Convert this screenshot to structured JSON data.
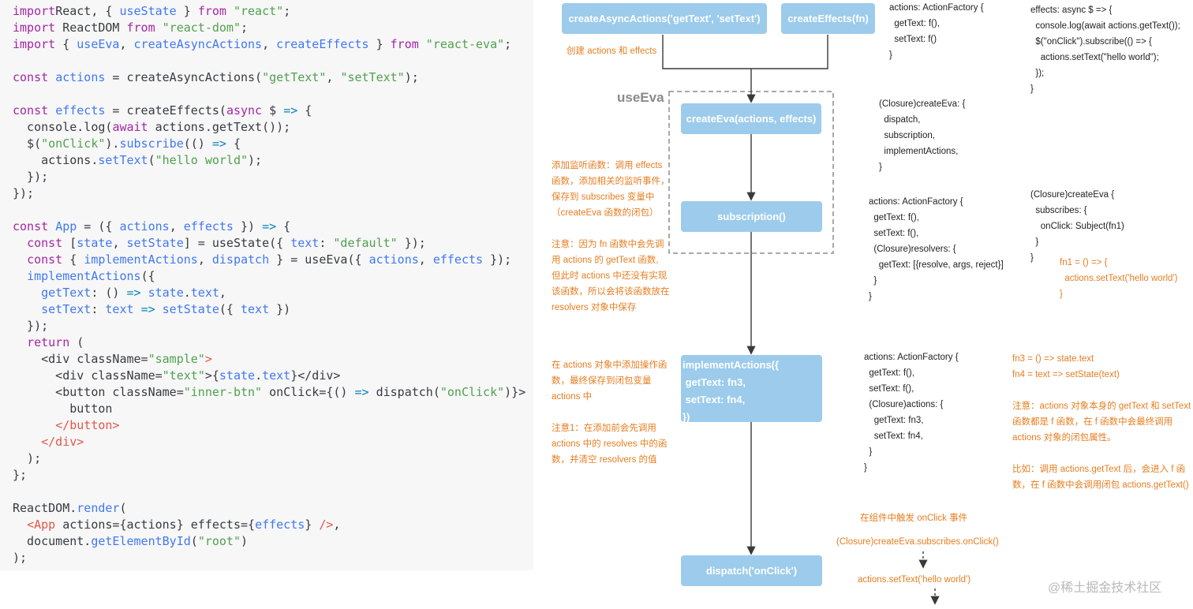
{
  "code": {
    "lines": [
      [
        [
          "kw",
          "import"
        ],
        [
          "",
          "React, { "
        ],
        [
          "fn",
          "useState"
        ],
        [
          "",
          " } "
        ],
        [
          "kw",
          "from"
        ],
        [
          "str",
          " \"react\""
        ],
        [
          "",
          ";"
        ]
      ],
      [
        [
          "kw",
          "import"
        ],
        [
          "",
          " ReactDOM "
        ],
        [
          "kw",
          "from"
        ],
        [
          "str",
          " \"react-dom\""
        ],
        [
          "",
          ";"
        ]
      ],
      [
        [
          "kw",
          "import"
        ],
        [
          "",
          " { "
        ],
        [
          "fn",
          "useEva"
        ],
        [
          "",
          ", "
        ],
        [
          "fn",
          "createAsyncActions"
        ],
        [
          "",
          ", "
        ],
        [
          "fn",
          "createEffects"
        ],
        [
          "",
          " } "
        ],
        [
          "kw",
          "from"
        ],
        [
          "str",
          " \"react-eva\""
        ],
        [
          "",
          ";"
        ]
      ],
      [],
      [
        [
          "kw",
          "const"
        ],
        [
          "",
          " "
        ],
        [
          "fn",
          "actions"
        ],
        [
          "",
          " = createAsyncActions("
        ],
        [
          "str",
          "\"getText\""
        ],
        [
          "",
          ", "
        ],
        [
          "str",
          "\"setText\""
        ],
        [
          "",
          ");"
        ]
      ],
      [],
      [
        [
          "kw",
          "const"
        ],
        [
          "",
          " "
        ],
        [
          "fn",
          "effects"
        ],
        [
          "",
          " = createEffects("
        ],
        [
          "kw",
          "async"
        ],
        [
          "",
          " $ "
        ],
        [
          "op",
          "=>"
        ],
        [
          "",
          " {"
        ]
      ],
      [
        [
          "",
          "  console.log("
        ],
        [
          "kw",
          "await"
        ],
        [
          "",
          " actions.getText());"
        ]
      ],
      [
        [
          "",
          "  $("
        ],
        [
          "str",
          "\"onClick\""
        ],
        [
          "",
          ")."
        ],
        [
          "fn",
          "subscribe"
        ],
        [
          "",
          "(() "
        ],
        [
          "op",
          "=>"
        ],
        [
          "",
          " {"
        ]
      ],
      [
        [
          "",
          "    actions."
        ],
        [
          "fn",
          "setText"
        ],
        [
          "",
          "("
        ],
        [
          "str",
          "\"hello world\""
        ],
        [
          "",
          ");"
        ]
      ],
      [
        [
          "",
          "  });"
        ]
      ],
      [
        [
          "",
          "});"
        ]
      ],
      [],
      [
        [
          "kw",
          "const"
        ],
        [
          "",
          " "
        ],
        [
          "fn",
          "App"
        ],
        [
          "",
          " = ({ "
        ],
        [
          "fn",
          "actions"
        ],
        [
          "",
          ", "
        ],
        [
          "fn",
          "effects"
        ],
        [
          "",
          " }) "
        ],
        [
          "op",
          "=>"
        ],
        [
          "",
          " {"
        ]
      ],
      [
        [
          "",
          "  "
        ],
        [
          "kw",
          "const"
        ],
        [
          "",
          " ["
        ],
        [
          "fn",
          "state"
        ],
        [
          "",
          ", "
        ],
        [
          "fn",
          "setState"
        ],
        [
          "",
          "] = useState({ "
        ],
        [
          "fn",
          "text"
        ],
        [
          "",
          ": "
        ],
        [
          "str",
          "\"default\""
        ],
        [
          "",
          " });"
        ]
      ],
      [
        [
          "",
          "  "
        ],
        [
          "kw",
          "const"
        ],
        [
          "",
          " { "
        ],
        [
          "fn",
          "implementActions"
        ],
        [
          "",
          ", "
        ],
        [
          "fn",
          "dispatch"
        ],
        [
          "",
          " } = useEva({ "
        ],
        [
          "fn",
          "actions"
        ],
        [
          "",
          ", "
        ],
        [
          "fn",
          "effects"
        ],
        [
          "",
          " });"
        ]
      ],
      [
        [
          "",
          "  "
        ],
        [
          "fn",
          "implementActions"
        ],
        [
          "",
          "({"
        ]
      ],
      [
        [
          "",
          "    "
        ],
        [
          "fn",
          "getText"
        ],
        [
          "",
          ": () "
        ],
        [
          "op",
          "=>"
        ],
        [
          "",
          " "
        ],
        [
          "fn",
          "state"
        ],
        [
          "",
          "."
        ],
        [
          "fn",
          "text"
        ],
        [
          "",
          ","
        ]
      ],
      [
        [
          "",
          "    "
        ],
        [
          "fn",
          "setText"
        ],
        [
          "",
          ": "
        ],
        [
          "fn",
          "text"
        ],
        [
          "",
          " "
        ],
        [
          "op",
          "=>"
        ],
        [
          "",
          " "
        ],
        [
          "fn",
          "setState"
        ],
        [
          "",
          "({ "
        ],
        [
          "fn",
          "text"
        ],
        [
          "",
          " })"
        ]
      ],
      [
        [
          "",
          "  });"
        ]
      ],
      [
        [
          "",
          "  "
        ],
        [
          "kw",
          "return"
        ],
        [
          "",
          " ("
        ]
      ],
      [
        [
          "",
          "    <div className="
        ],
        [
          "str",
          "\"sample\""
        ],
        [
          "tag",
          ">"
        ]
      ],
      [
        [
          "",
          "      <div className="
        ],
        [
          "str",
          "\"text\""
        ],
        [
          "",
          ">{"
        ],
        [
          "fn",
          "state"
        ],
        [
          "",
          "."
        ],
        [
          "fn",
          "text"
        ],
        [
          "",
          "}</div>"
        ]
      ],
      [
        [
          "",
          "      <button className="
        ],
        [
          "str",
          "\"inner-btn\""
        ],
        [
          "",
          " onClick={() "
        ],
        [
          "op",
          "=>"
        ],
        [
          "",
          " dispatch("
        ],
        [
          "str",
          "\"onClick\""
        ],
        [
          "",
          ")}>"
        ]
      ],
      [
        [
          "",
          "        button"
        ]
      ],
      [
        [
          "",
          "      "
        ],
        [
          "tag",
          "</button>"
        ]
      ],
      [
        [
          "",
          "    "
        ],
        [
          "tag",
          "</div>"
        ]
      ],
      [
        [
          "",
          "  );"
        ]
      ],
      [
        [
          "",
          "};"
        ]
      ],
      [],
      [
        [
          "",
          "ReactDOM."
        ],
        [
          "fn",
          "render"
        ],
        [
          "",
          "("
        ]
      ],
      [
        [
          "",
          "  "
        ],
        [
          "tag",
          "<App"
        ],
        [
          "",
          " actions={actions} effects={"
        ],
        [
          "fn",
          "effects"
        ],
        [
          "",
          "} "
        ],
        [
          "tag",
          "/>"
        ],
        [
          "",
          ","
        ]
      ],
      [
        [
          "",
          "  document."
        ],
        [
          "fn",
          "getElementById"
        ],
        [
          "",
          "("
        ],
        [
          "str",
          "\"root\""
        ],
        [
          "",
          ")"
        ]
      ],
      [
        [
          "",
          ");"
        ]
      ]
    ]
  },
  "diagram": {
    "nodes": {
      "create_async": "createAsyncActions('getText', 'setText')",
      "create_effects": "createEffects(fn)",
      "create_eva": "createEva(actions, effects)",
      "subscription": "subscription()",
      "implement_actions": [
        "implementActions({",
        " getText: fn3,",
        " setText: fn4,",
        "})"
      ],
      "dispatch": "dispatch('onClick')"
    },
    "usereva_label": "useEva",
    "annotations": {
      "create_note": "创建 actions 和 effects",
      "subscribe_note": [
        "添加监听函数：调用 effects",
        "函数，添加相关的监听事件，",
        "保存到 subscribes 变量中",
        "（createEva 函数的闭包）",
        "",
        "注意：因为 fn 函数中会先调",
        "用 actions 的 getText 函数,",
        "但此时 actions 中还没有实现",
        "该函数，所以会将该函数放在",
        "resolvers 对象中保存"
      ],
      "implement_note": [
        "在 actions 对象中添加操作函",
        "数，最终保存到闭包变量",
        "actions 中",
        "",
        "注意1：在添加前会先调用",
        "actions 中的 resolves 中的函",
        "数，并清空 resolvers 的值"
      ],
      "fn1_def": [
        "fn1 = () => {",
        "  actions.setText('hello world')",
        "}"
      ],
      "fn34_def": [
        "fn3 = () => state.text",
        "fn4 = text => setState(text)",
        "",
        "注意：actions 对象本身的 getText 和 setText",
        "函数都是 f 函数，在 f 函数中会最终调用",
        "actions 对象的闭包属性。",
        "",
        "比如：调用 actions.getText 后，会进入 f 函",
        "数，在 f 函数中会调用闭包 actions.getText()"
      ],
      "trigger_note": "在组件中触发 onClick 事件",
      "subscribes_call": "(Closure)createEva.subscribes.onClick()",
      "set_text_call": "actions.setText('hello world')"
    },
    "objects": {
      "actions_factory_1": [
        "actions: ActionFactory {",
        "  getText: f(),",
        "  setText: f()",
        "}"
      ],
      "effects_def": [
        "effects: async $ => {",
        "  console.log(await actions.getText());",
        "  $(\"onClick\").subscribe(() => {",
        "    actions.setText(\"hello world\");",
        "  });",
        "}"
      ],
      "closure_create_eva": [
        "(Closure)createEva: {",
        "  dispatch,",
        "  subscription,",
        "  implementActions,",
        "}"
      ],
      "actions_factory_2": [
        "actions: ActionFactory {",
        "  getText: f(),",
        "  setText: f(),",
        "  (Closure)resolvers: {",
        "    getText: [{resolve, args, reject}]",
        "  }",
        "}"
      ],
      "closure_subscribes": [
        "(Closure)createEva {",
        "  subscribes: {",
        "    onClick: Subject(fn1)",
        "  }",
        "}"
      ],
      "actions_factory_3": [
        "actions: ActionFactory {",
        "  getText: f(),",
        "  setText: f(),",
        "  (Closure)actions: {",
        "    getText: fn3,",
        "    setText: fn4,",
        "  }",
        "}"
      ]
    },
    "watermark": "@稀土掘金技术社区"
  }
}
